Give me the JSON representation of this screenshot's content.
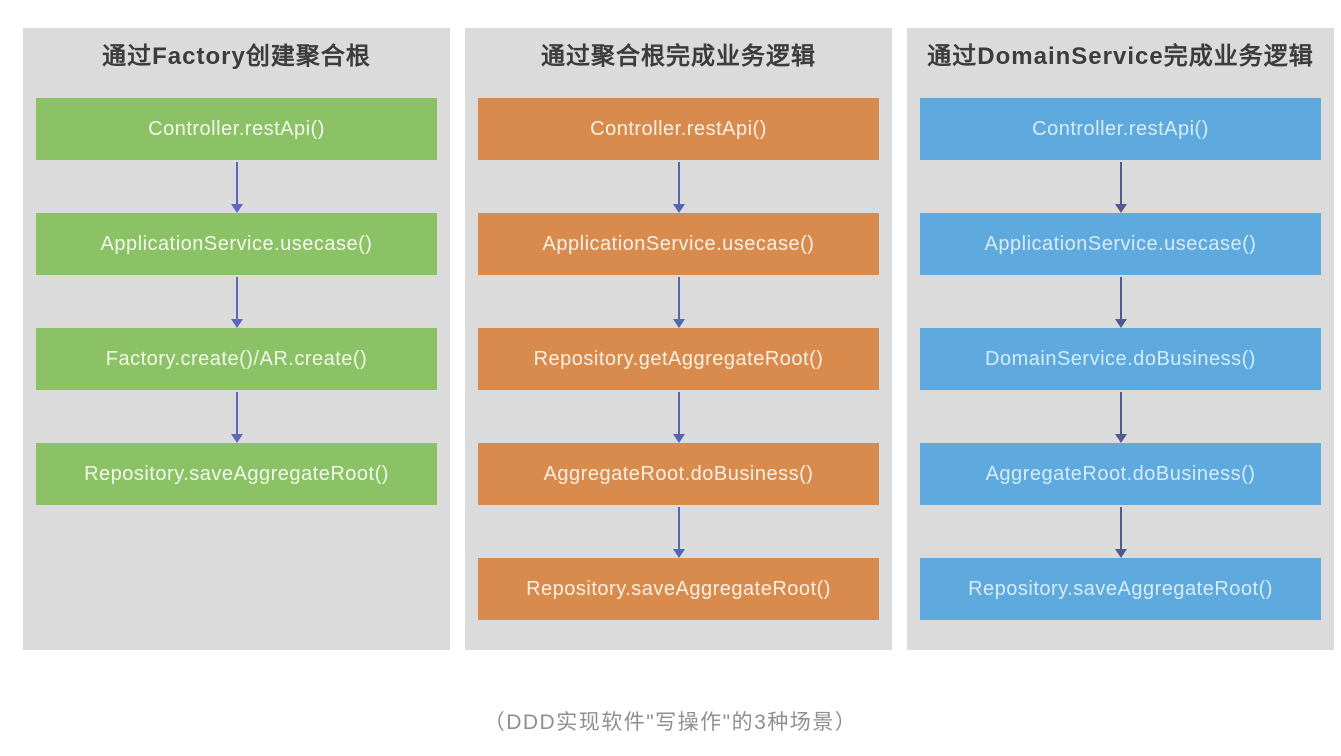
{
  "page": {
    "caption": "（DDD实现软件\"写操作\"的3种场景）",
    "background_color": "#ffffff",
    "panel_background_color": "#dcdbdb",
    "title_text_color": "#3c3c3c",
    "caption_text_color": "#8f8f8f"
  },
  "columns": [
    {
      "title": "通过Factory创建聚合根",
      "box_color": "#8cc266",
      "box_text_color": "#f1f8ea",
      "arrow_color": "#5a68bd",
      "steps": [
        "Controller.restApi()",
        "ApplicationService.usecase()",
        "Factory.create()/AR.create()",
        "Repository.saveAggregateRoot()"
      ]
    },
    {
      "title": "通过聚合根完成业务逻辑",
      "box_color": "#d98b4d",
      "box_text_color": "#f9efe2",
      "arrow_color": "#5465b2",
      "steps": [
        "Controller.restApi()",
        "ApplicationService.usecase()",
        "Repository.getAggregateRoot()",
        "AggregateRoot.doBusiness()",
        "Repository.saveAggregateRoot()"
      ]
    },
    {
      "title": "通过DomainService完成业务逻辑",
      "box_color": "#5ea9de",
      "box_text_color": "#d5ecfb",
      "arrow_color": "#4d5c90",
      "steps": [
        "Controller.restApi()",
        "ApplicationService.usecase()",
        "DomainService.doBusiness()",
        "AggregateRoot.doBusiness()",
        "Repository.saveAggregateRoot()"
      ]
    }
  ]
}
